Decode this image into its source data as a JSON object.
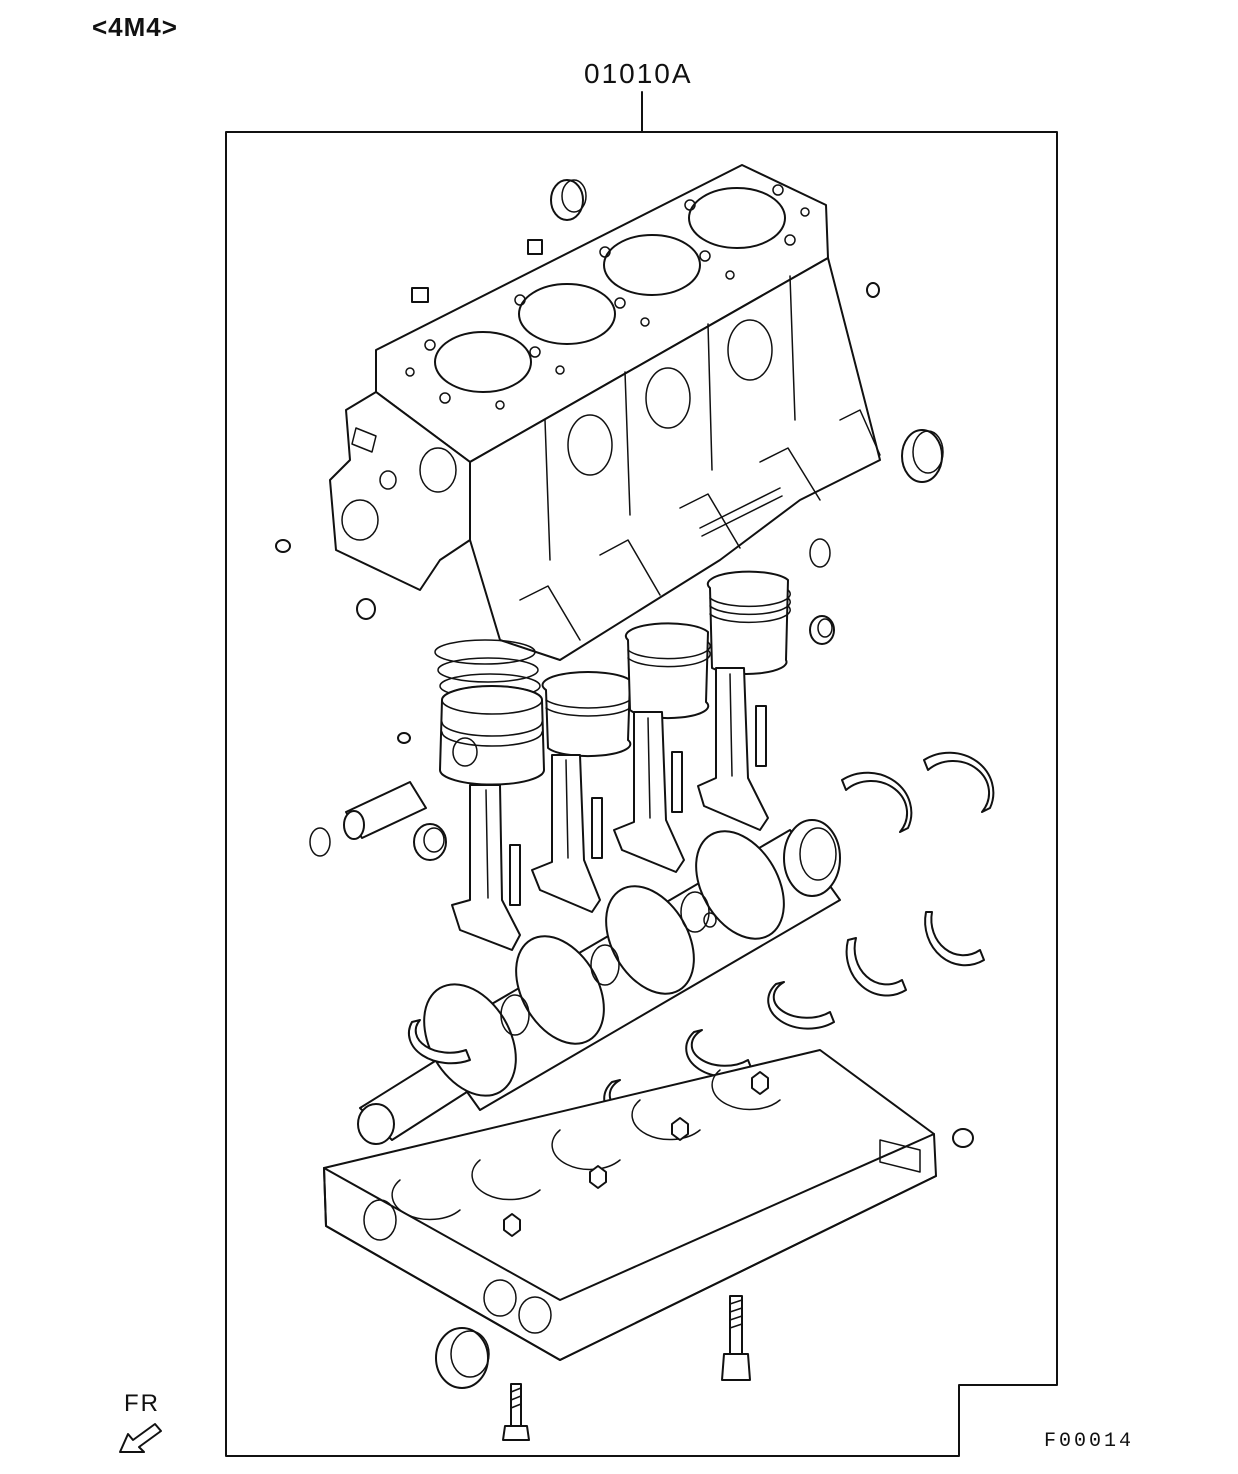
{
  "header": {
    "engine_code": "<4M4>"
  },
  "callout": {
    "part_number": "01010A"
  },
  "footer": {
    "front_direction_label": "FR",
    "figure_code": "F00014"
  },
  "diagram": {
    "subject_icon": "engine-short-block-exploded-icon",
    "components": [
      "cylinder-block",
      "piston",
      "piston-ring",
      "piston-pin",
      "connecting-rod",
      "crankshaft",
      "main-bearing",
      "thrust-bearing",
      "bearing-cap-ladder",
      "bolt",
      "plug",
      "oil-seal"
    ]
  }
}
